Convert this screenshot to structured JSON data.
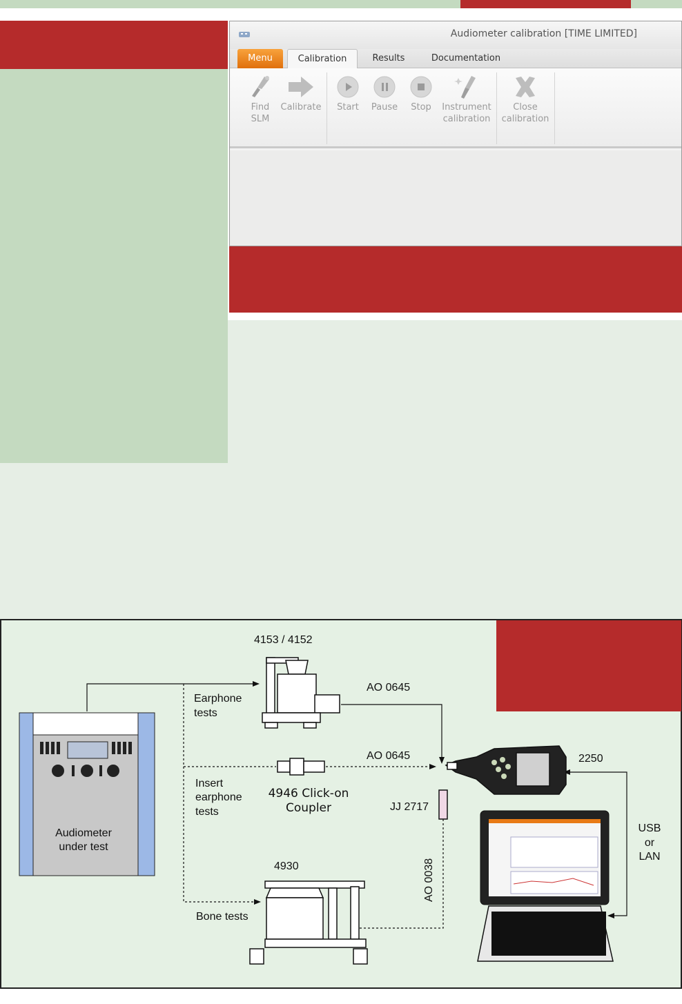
{
  "app": {
    "title": "Audiometer calibration [TIME LIMITED]",
    "menu_label": "Menu",
    "tabs": [
      {
        "label": "Calibration",
        "active": true
      },
      {
        "label": "Results",
        "active": false
      },
      {
        "label": "Documentation",
        "active": false
      }
    ],
    "ribbon": {
      "find_slm": {
        "line1": "Find",
        "line2": "SLM",
        "icon": "probe-icon"
      },
      "calibrate": {
        "line1": "Calibrate",
        "icon": "arrow-right-icon"
      },
      "start": {
        "line1": "Start",
        "icon": "play-icon"
      },
      "pause": {
        "line1": "Pause",
        "icon": "pause-icon"
      },
      "stop": {
        "line1": "Stop",
        "icon": "stop-icon"
      },
      "instrument": {
        "line1": "Instrument",
        "line2": "calibration",
        "icon": "instrument-icon"
      },
      "close": {
        "line1": "Close",
        "line2": "calibration",
        "icon": "close-x-icon"
      }
    }
  },
  "diagram": {
    "audiometer_label_1": "Audiometer",
    "audiometer_label_2": "under test",
    "artificial_ear_label": "4153 / 4152",
    "earphone_tests_1": "Earphone",
    "earphone_tests_2": "tests",
    "cable_top": "AO 0645",
    "cable_mid": "AO 0645",
    "insert_tests_1": "Insert",
    "insert_tests_2": "earphone",
    "insert_tests_3": "tests",
    "coupler_1": "4946 Click-on",
    "coupler_2": "Coupler",
    "adaptor": "JJ 2717",
    "cable_vertical": "AO 0038",
    "mastoid_label": "4930",
    "bone_tests": "Bone tests",
    "analyzer_label": "2250",
    "link_1": "USB",
    "link_2": "or",
    "link_3": "LAN"
  },
  "colors": {
    "accent_red": "#b52b2b",
    "sidebar_green": "#c4dac0",
    "panel_green": "#e6eee5",
    "diagram_bg": "#e5f1e4",
    "menu_orange": "#e97f15"
  }
}
